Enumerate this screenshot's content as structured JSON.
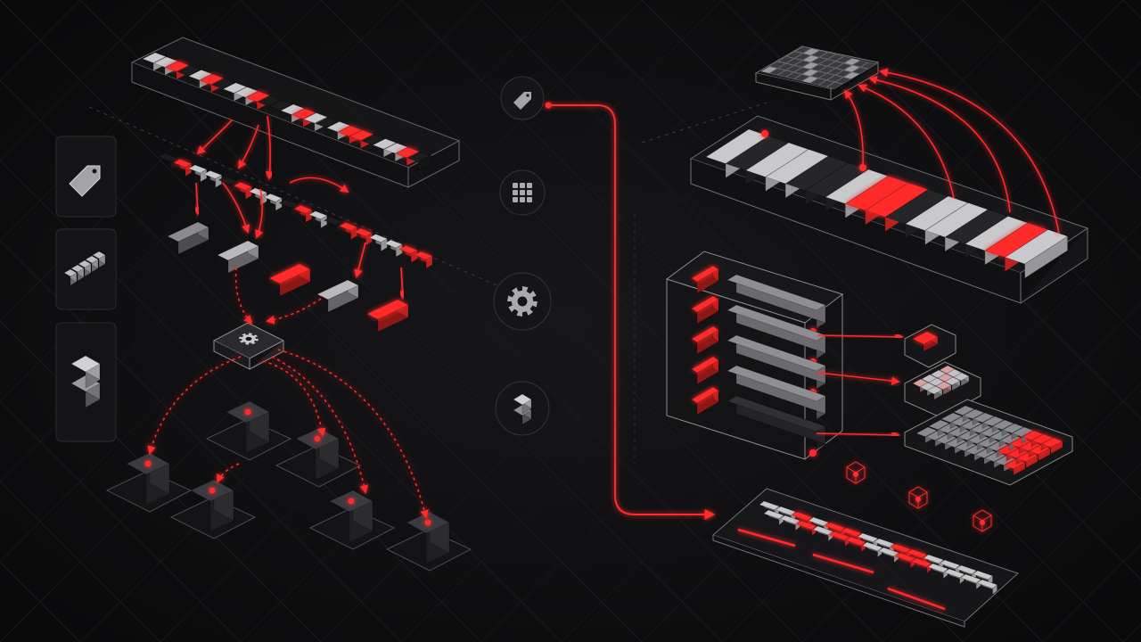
{
  "colors": {
    "background": "#0d0d0e",
    "accent_red": "#ff2a2a",
    "glass_stroke": "#7d7d82",
    "light_cell": "#c9c9cc",
    "mid_cell": "#6b6b70",
    "dark_cell": "#1c1c1f"
  },
  "icons": {
    "left_panel": [
      "tag-icon",
      "blocks-icon",
      "stacked-cubes-icon"
    ],
    "center_pipeline": [
      "tag-icon",
      "grid-icon",
      "gear-icon",
      "cube-icon"
    ],
    "hub": "gear-icon"
  },
  "diagram": {
    "input_strip_pattern": [
      "L",
      "L",
      "R",
      "D",
      "L",
      "R",
      "D",
      "L",
      "L",
      "R",
      "D",
      "D",
      "L",
      "R",
      "L",
      "D",
      "L",
      "R",
      "R",
      "D",
      "L",
      "L",
      "R",
      "D"
    ],
    "token_row_pattern": [
      "D",
      "R",
      "L",
      "L",
      "D",
      "R",
      "L",
      "L",
      "D",
      "R",
      "L",
      "D",
      "R",
      "R",
      "L",
      "L",
      "R",
      "R"
    ],
    "group_blocks": [
      "mid",
      "light",
      "red",
      "light",
      "red"
    ],
    "leaf_nodes": 6,
    "memory_pattern": [
      "L",
      "D",
      "L",
      "L",
      "D",
      "D",
      "L",
      "R",
      "R",
      "D",
      "L",
      "L",
      "D",
      "L",
      "R",
      "L"
    ],
    "bucket_rows": 5,
    "output_bins": [
      "red",
      "light",
      "mixed"
    ],
    "bottom_strip_pattern": [
      "L",
      "L",
      "R",
      "L",
      "R",
      "R",
      "L",
      "L",
      "R",
      "R",
      "L",
      "L",
      "L",
      "L"
    ]
  }
}
